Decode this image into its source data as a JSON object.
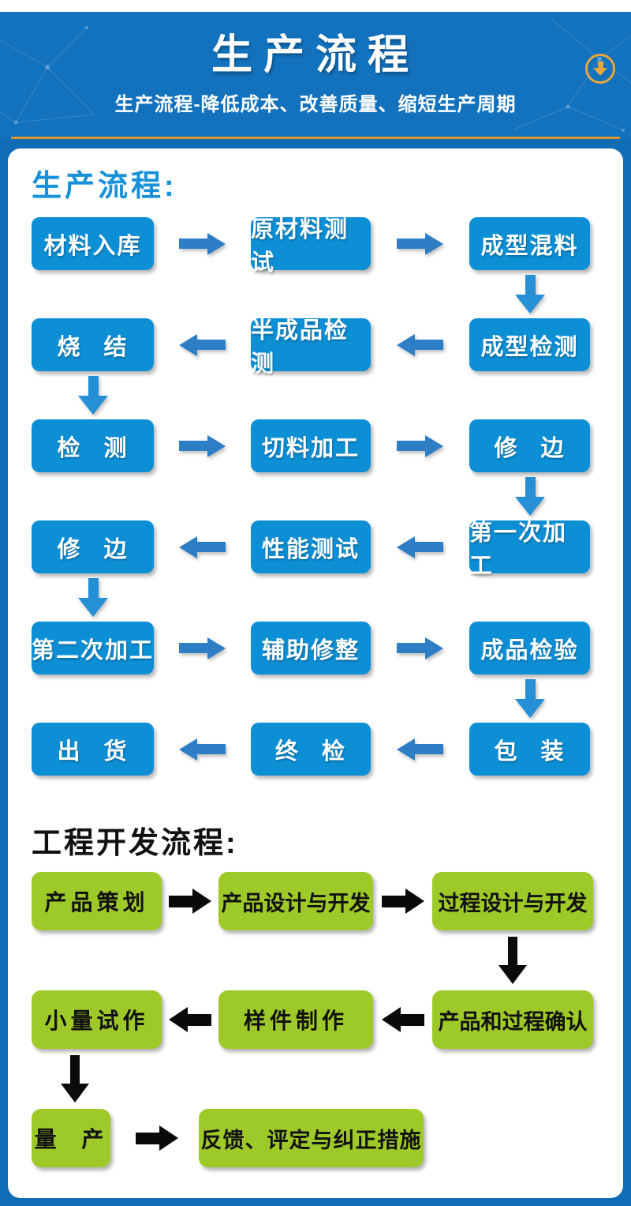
{
  "header": {
    "title": "生产流程",
    "subtitle": "生产流程-降低成本、改善质量、缩短生产周期",
    "download_icon": "circle-download-arrow-icon"
  },
  "production_flow": {
    "title": "生产流程:",
    "rows": [
      {
        "c1": "材料入库",
        "c2": "原材料测试",
        "c3": "成型混料",
        "direction": "right"
      },
      {
        "c1": "烧 结",
        "c2": "半成品检测",
        "c3": "成型检测",
        "direction": "left"
      },
      {
        "c1": "检 测",
        "c2": "切料加工",
        "c3": "修 边",
        "direction": "right"
      },
      {
        "c1": "修 边",
        "c2": "性能测试",
        "c3": "第一次加工",
        "direction": "left"
      },
      {
        "c1": "第二次加工",
        "c2": "辅助修整",
        "c3": "成品检验",
        "direction": "right"
      },
      {
        "c1": "出 货",
        "c2": "终 检",
        "c3": "包 装",
        "direction": "left"
      }
    ]
  },
  "engineering_flow": {
    "title": "工程开发流程:",
    "rows": [
      {
        "c1": "产品策划",
        "c2": "产品设计与开发",
        "c3": "过程设计与开发",
        "direction": "right"
      },
      {
        "c1": "小量试作",
        "c2": "样件制作",
        "c3": "产品和过程确认",
        "direction": "left"
      },
      {
        "c1": "量 产",
        "c2": "反馈、评定与纠正措施",
        "direction": "right"
      }
    ]
  },
  "colors": {
    "page_background": "#0f6db6",
    "header_background": "#1272bd",
    "gold_line": "#d5982f",
    "icon_gold": "#e9a63c",
    "process_box_blue": "#0d8fd6",
    "arrow_blue": "#2e7ec6",
    "flow_title_blue": "#1691da",
    "engineering_box_green": "#9eca29",
    "arrow_black": "#0a0a0a"
  }
}
